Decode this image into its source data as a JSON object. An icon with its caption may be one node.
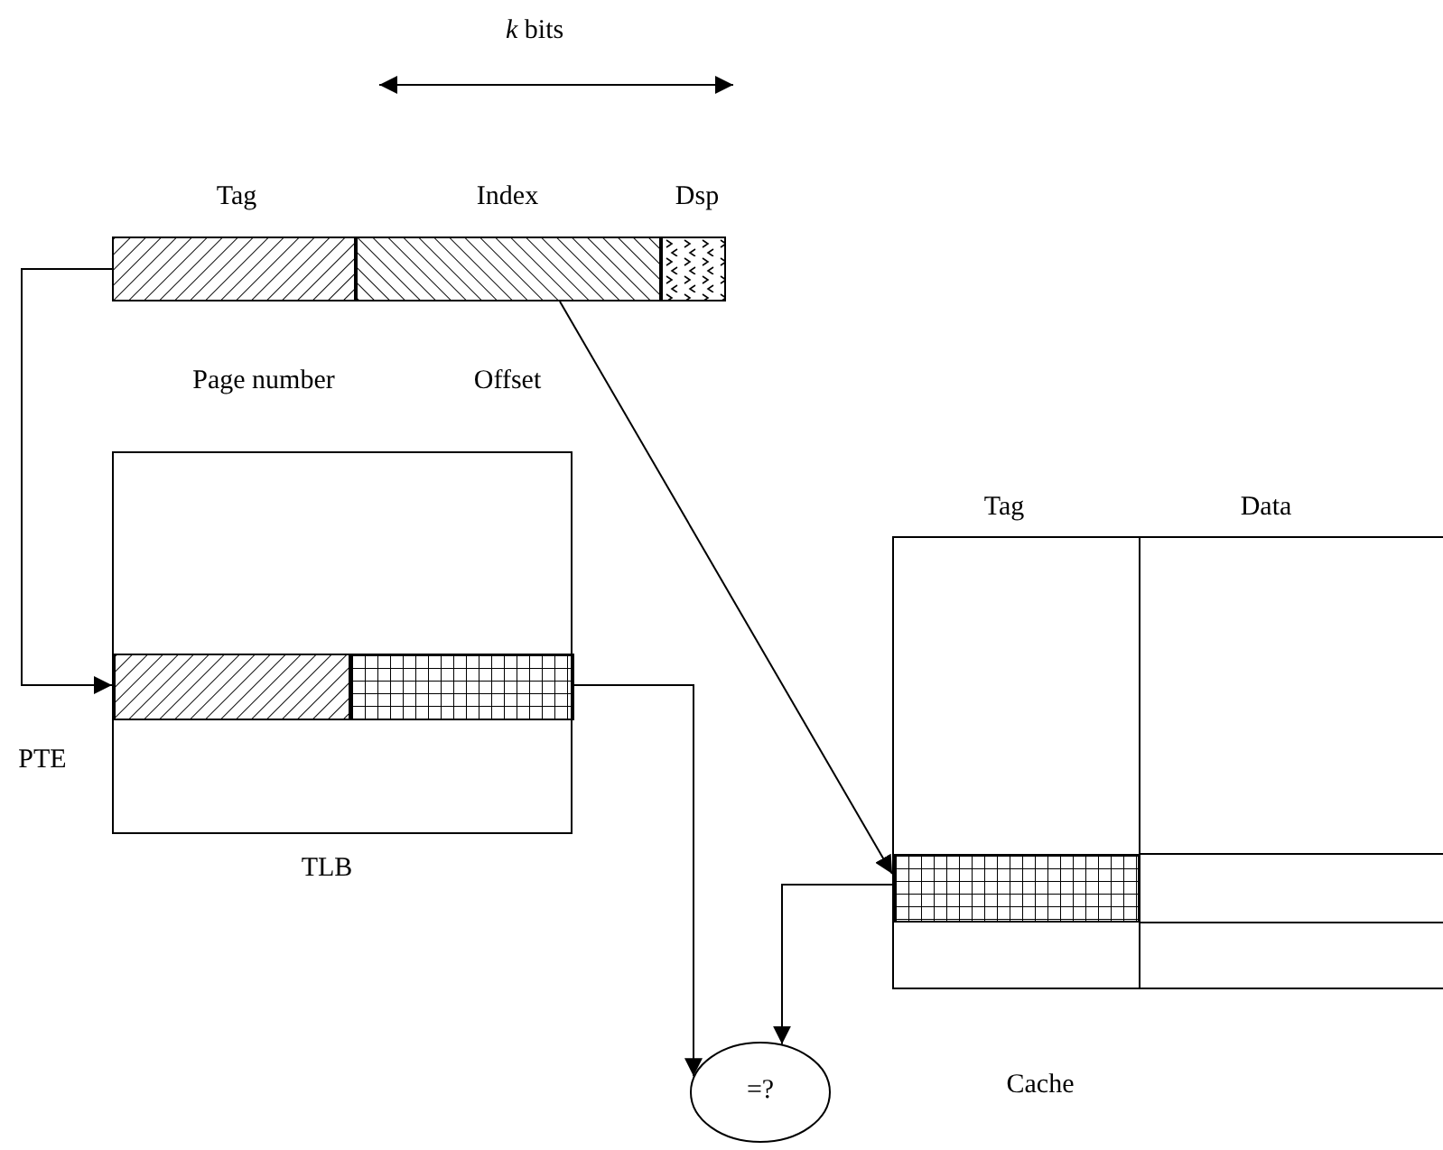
{
  "diagram": {
    "nodes": [
      {
        "text": [
          "Tag"
        ],
        "beside": [
          "Page number"
        ]
      },
      {
        "text": [
          "Index"
        ],
        "beside": [
          "Offset"
        ]
      },
      {
        "text": [
          "Dsp"
        ]
      },
      {
        "text": [
          "TLB"
        ]
      },
      {
        "text": [
          "PTE"
        ],
        "in": 3
      },
      {
        "text": [],
        "shape": "box",
        "in": 4
      },
      {
        "text": [],
        "shape": "box",
        "in": 4
      },
      {
        "text": [
          "Tag",
          "Data",
          "Cache"
        ]
      },
      {
        "text": [],
        "shape": "box",
        "in": 7
      },
      {
        "text": [
          "=?"
        ]
      }
    ],
    "edges": [
      {
        "from": 0,
        "to": 5,
        "arrow": "to"
      },
      {
        "from": 1,
        "to": 8,
        "arrow": "to"
      },
      {
        "from": 6,
        "to": 9,
        "arrow": "to"
      },
      {
        "from": 8,
        "to": 9,
        "arrow": "to"
      }
    ],
    "labels": [
      "*k* bits"
    ]
  }
}
